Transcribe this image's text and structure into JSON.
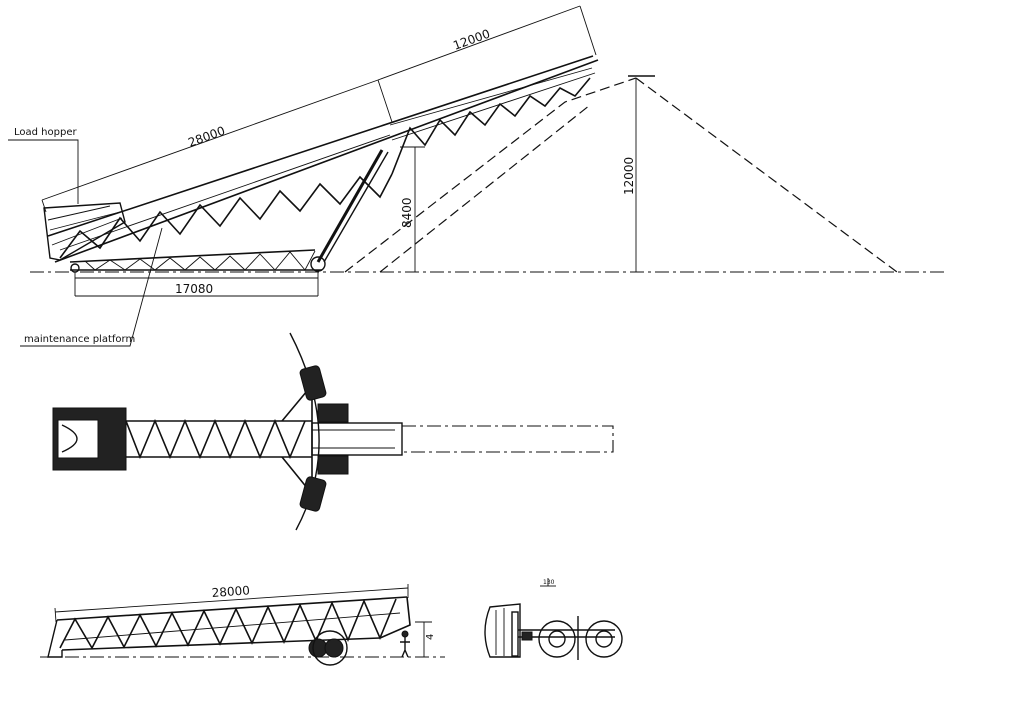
{
  "labels": {
    "load_hopper": "Load hopper",
    "maintenance_platform": "maintenance platform"
  },
  "dimensions": {
    "top_length_upper": "12000",
    "top_length_main": "28000",
    "support_height": "8400",
    "pile_height": "12000",
    "base_length": "17080",
    "transport_length": "28000",
    "small_height": "4",
    "tiny_mark": "130"
  }
}
